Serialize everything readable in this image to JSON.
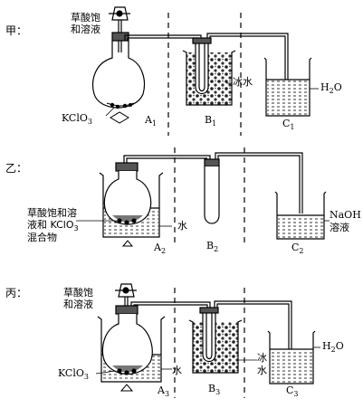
{
  "panels": [
    {
      "title": "甲：",
      "reagent_label_line1": "草酸饱",
      "reagent_label_line2": "和溶液",
      "flask_contents": "KClO",
      "flask_sub": "3",
      "ice_water": "冰水",
      "beaker_liquid": "H",
      "beaker_sub": "2",
      "beaker_liquid_tail": "O",
      "labels": [
        {
          "name": "A",
          "sub": "1"
        },
        {
          "name": "B",
          "sub": "1"
        },
        {
          "name": "C",
          "sub": "1"
        }
      ]
    },
    {
      "title": "乙：",
      "mix_line1": "草酸饱和溶",
      "mix_line2a": "液和 KClO",
      "mix_line2sub": "3",
      "mix_line3": "混合物",
      "water": "水",
      "beaker_line1": "NaOH",
      "beaker_line2": "溶液",
      "labels": [
        {
          "name": "A",
          "sub": "2"
        },
        {
          "name": "B",
          "sub": "2"
        },
        {
          "name": "C",
          "sub": "2"
        }
      ]
    },
    {
      "title": "丙：",
      "reagent_label_line1": "草酸饱",
      "reagent_label_line2": "和溶液",
      "flask_contents": "KClO",
      "flask_sub": "3",
      "water": "水",
      "ice_line1": "冰",
      "ice_line2": "水",
      "beaker_liquid": "H",
      "beaker_sub": "2",
      "beaker_liquid_tail": "O",
      "labels": [
        {
          "name": "A",
          "sub": "3"
        },
        {
          "name": "B",
          "sub": "3"
        },
        {
          "name": "C",
          "sub": "3"
        }
      ]
    }
  ]
}
